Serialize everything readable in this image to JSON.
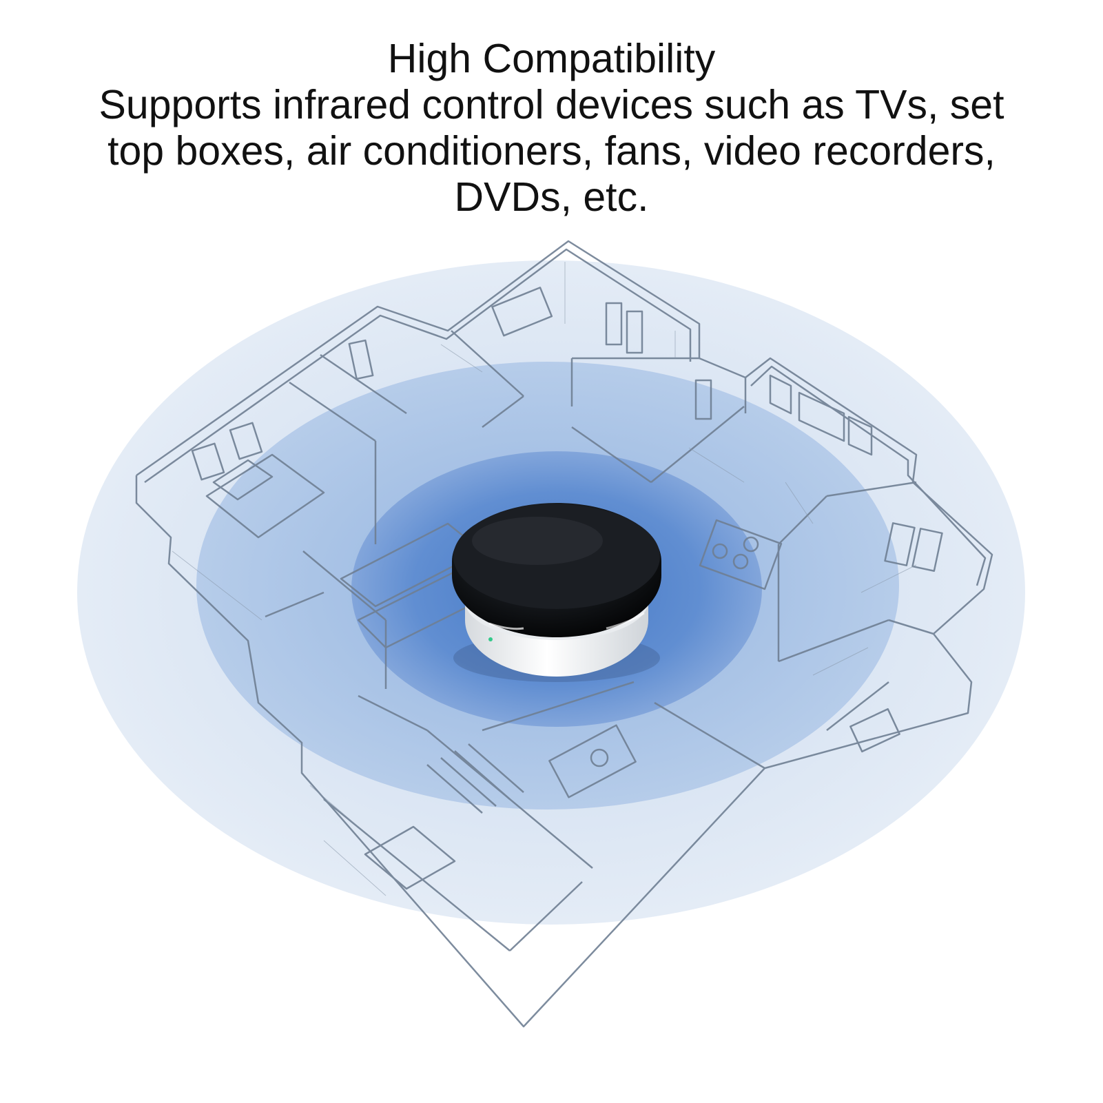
{
  "headline": {
    "title": "High Compatibility",
    "description_lines": [
      "Supports infrared control devices such as TVs, set",
      "top boxes, air conditioners, fans, video recorders,",
      "DVDs, etc."
    ]
  },
  "illustration": {
    "subject": "isometric house floor plan with round infrared remote hub at center",
    "colors": {
      "outer_coverage": "#dfe8f4",
      "inner_coverage": "#a9c4e6",
      "core_coverage": "#5d8ccf",
      "wireframe": "#6f7f93",
      "device_top": "#111418",
      "device_base": "#f3f5f7",
      "status_light": "#34c98a"
    }
  }
}
